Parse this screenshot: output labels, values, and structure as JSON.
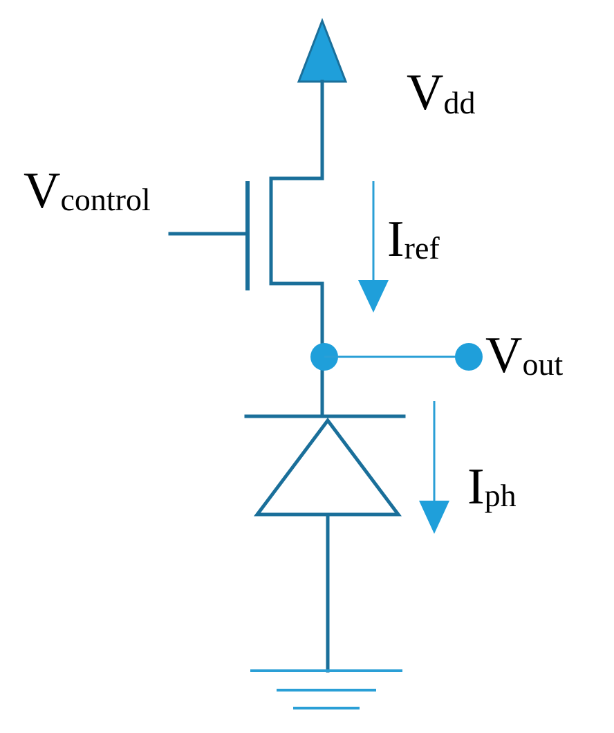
{
  "labels": {
    "vdd": {
      "main": "V",
      "sub": "dd"
    },
    "vcontrol": {
      "main": "V",
      "sub": "control"
    },
    "iref": {
      "main": "I",
      "sub": "ref"
    },
    "vout": {
      "main": "V",
      "sub": "out"
    },
    "iph": {
      "main": "I",
      "sub": "ph"
    }
  },
  "colors": {
    "wire": "#1a6f9a",
    "accent": "#1f9fda",
    "text": "#000000"
  }
}
